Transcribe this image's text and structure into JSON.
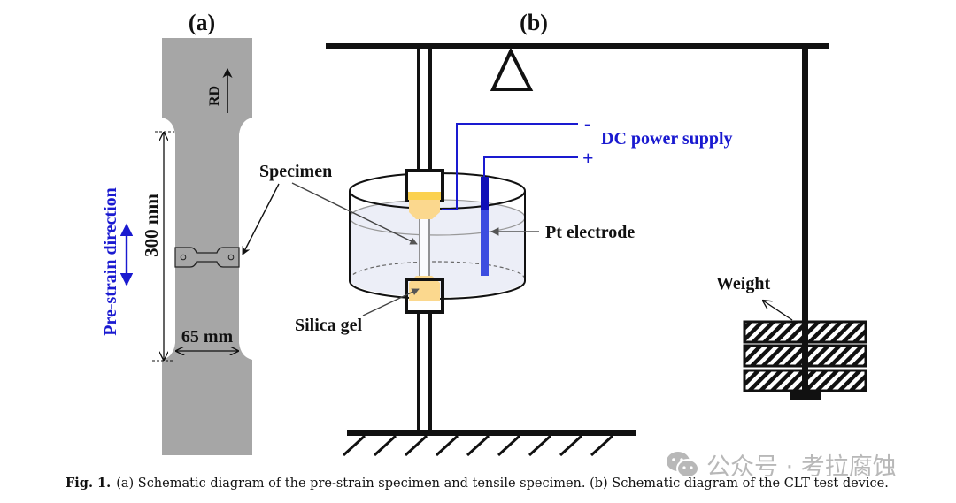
{
  "panel_a": {
    "label": "(a)",
    "rd_label": "RD",
    "length_label": "300 mm",
    "width_label": "65 mm",
    "prestrain_label": "Pre-strain direction"
  },
  "panel_b": {
    "label": "(b)",
    "specimen_label": "Specimen",
    "silica_gel_label": "Silica gel",
    "pt_electrode_label": "Pt electrode",
    "dc_power_label": "DC power supply",
    "minus_sign": "-",
    "plus_sign": "+",
    "weight_label": "Weight"
  },
  "colors": {
    "specimen_gray": "#a6a6a6",
    "wire_blue": "#1a1ad0",
    "electrode_blue": "#3c4de0",
    "gel_yellow": "#fbd88e",
    "solution": "#eceef7"
  },
  "caption": {
    "fig_label": "Fig. 1.",
    "text": "(a) Schematic diagram of the pre-strain specimen and tensile specimen. (b) Schematic diagram of the CLT test device."
  },
  "watermark": {
    "text": "公众号 · 考拉腐蚀",
    "icon": "wechat-icon"
  }
}
